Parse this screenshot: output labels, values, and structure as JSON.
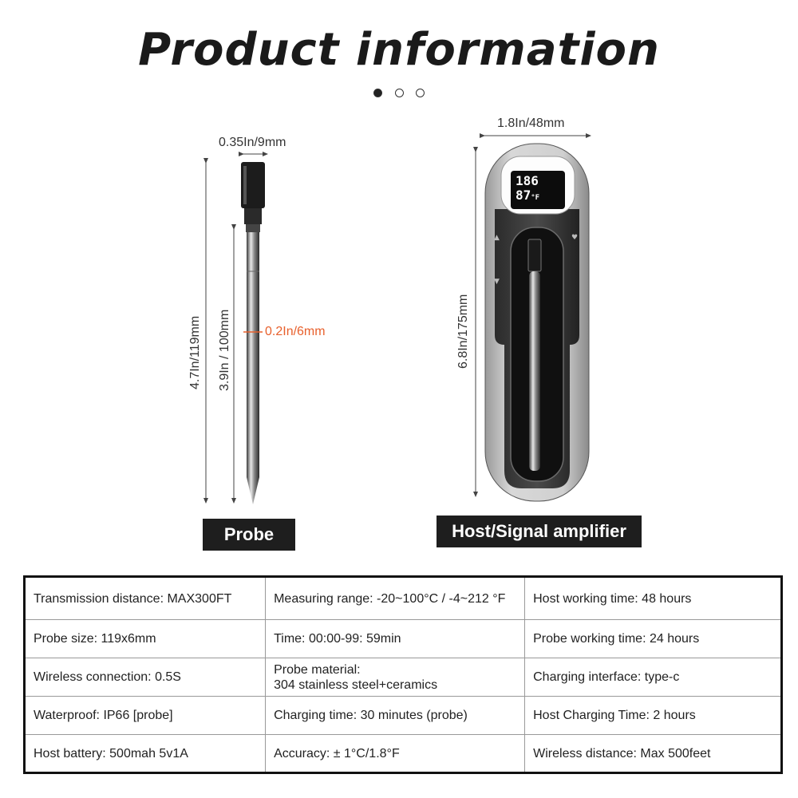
{
  "header": {
    "title": "Product information",
    "pager": {
      "count": 3,
      "active_index": 0
    }
  },
  "probe": {
    "label": "Probe",
    "dim_top": "0.35In/9mm",
    "dim_total_length": "4.7In/119mm",
    "dim_shaft_length": "3.9In / 100mm",
    "dim_diameter": "0.2In/6mm"
  },
  "host": {
    "label": "Host/Signal amplifier",
    "dim_width": "1.8In/48mm",
    "dim_height": "6.8In/175mm",
    "display_line1": "186",
    "display_line2": "87",
    "display_unit": "°F"
  },
  "colors": {
    "accent_orange": "#e8602c",
    "label_bg": "#1e1e1e"
  },
  "specs": {
    "rows": [
      [
        {
          "lines": [
            "Transmission distance: MAX300FT"
          ]
        },
        {
          "lines": [
            "Measuring range: -20~100°C / -4~212 °F"
          ]
        },
        {
          "lines": [
            "Host working time:  48 hours"
          ]
        }
      ],
      [
        {
          "lines": [
            "Probe size:  119x6mm"
          ]
        },
        {
          "lines": [
            "Time: 00:00-99: 59min"
          ]
        },
        {
          "lines": [
            "Probe working time:  24 hours"
          ]
        }
      ],
      [
        {
          "lines": [
            "Wireless connection: 0.5S"
          ]
        },
        {
          "lines": [
            "Probe material:",
            "304 stainless steel+ceramics"
          ]
        },
        {
          "lines": [
            "Charging interface: type-c"
          ]
        }
      ],
      [
        {
          "lines": [
            "Waterproof: IP66 [probe]"
          ]
        },
        {
          "lines": [
            "Charging time:  30 minutes  (probe)"
          ]
        },
        {
          "lines": [
            "Host Charging Time: 2  hours"
          ]
        }
      ],
      [
        {
          "lines": [
            "Host battery:   500mah 5v1A"
          ]
        },
        {
          "lines": [
            "Accuracy: ± 1°C/1.8°F"
          ]
        },
        {
          "lines": [
            "Wireless distance: Max 500feet"
          ]
        }
      ]
    ]
  }
}
